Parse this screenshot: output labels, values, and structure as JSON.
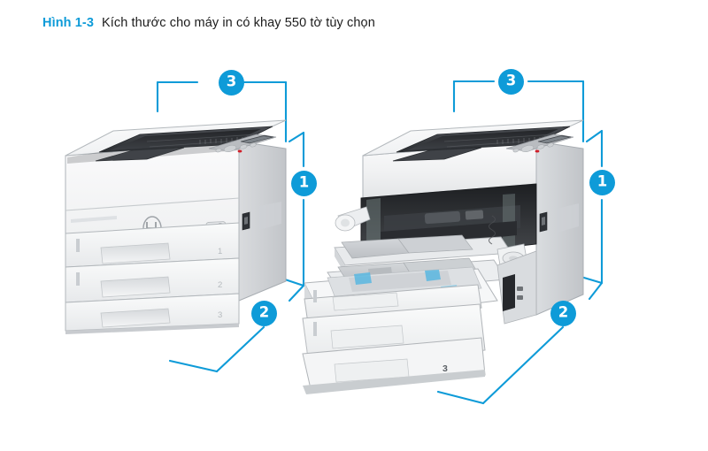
{
  "figure": {
    "number_label": "Hình 1-3",
    "caption": "Kích thước cho máy in có khay 550 tờ tùy chọn",
    "accent_color": "#0e9bd8",
    "background_color": "#ffffff"
  },
  "callouts": [
    {
      "id": "left-3",
      "label": "3",
      "meaning": "width-dimension",
      "printer": "closed"
    },
    {
      "id": "left-1",
      "label": "1",
      "meaning": "height-dimension",
      "printer": "closed"
    },
    {
      "id": "left-2",
      "label": "2",
      "meaning": "depth-dimension",
      "printer": "closed"
    },
    {
      "id": "right-3",
      "label": "3",
      "meaning": "width-dimension",
      "printer": "open"
    },
    {
      "id": "right-1",
      "label": "1",
      "meaning": "height-dimension",
      "printer": "open"
    },
    {
      "id": "right-2",
      "label": "2",
      "meaning": "depth-dimension",
      "printer": "open"
    }
  ],
  "printer_closed": {
    "name": "printer-trays-closed",
    "description": "Máy in với các khay đóng",
    "tray_labels": [
      "1",
      "2",
      "3"
    ],
    "panel": {
      "has_display": true,
      "cancel_button_color": "#d0202a"
    },
    "logo": "hp-logo"
  },
  "printer_open": {
    "name": "printer-trays-open",
    "description": "Máy in với cửa trước và khay mở",
    "tray_labels": [
      "3"
    ],
    "panel": {
      "has_display": true,
      "cancel_button_color": "#d0202a"
    },
    "logo": "hp-logo"
  },
  "colors": {
    "body_light": "#f2f3f4",
    "body_mid": "#dcdee0",
    "body_shadow": "#c3c6c9",
    "bin_dark": "#3c3f44",
    "bin_darker": "#2b2e32",
    "outline": "#9aa0a6",
    "paper": "#c9ccd0"
  }
}
